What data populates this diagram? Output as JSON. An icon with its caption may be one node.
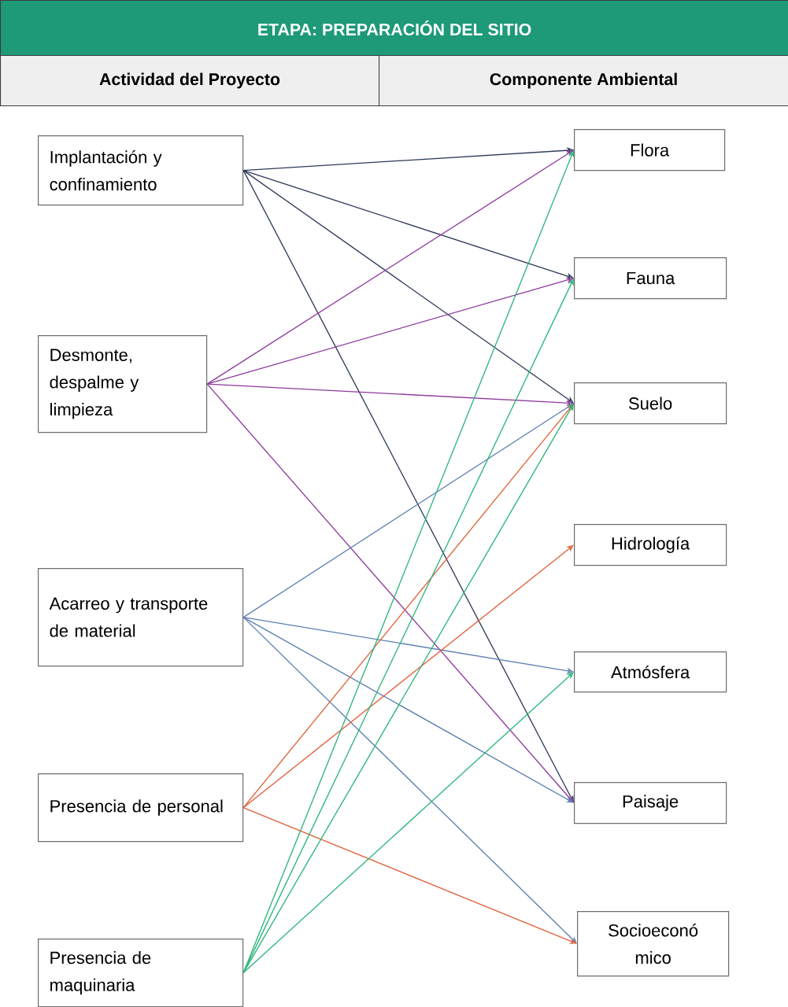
{
  "diagram": {
    "title": "ETAPA: PREPARACIÓN DEL SITIO",
    "nodes": [
      {
        "text": [
          "Implantación y confinamiento"
        ]
      },
      {
        "text": [
          "Desmonte, despalme y limpieza"
        ]
      },
      {
        "text": [
          "Acarreo y transporte de material"
        ]
      },
      {
        "text": [
          "Presencia de personal"
        ]
      },
      {
        "text": [
          "Presencia de maquinaria"
        ]
      },
      {
        "text": [
          "Flora"
        ]
      },
      {
        "text": [
          "Fauna"
        ]
      },
      {
        "text": [
          "Suelo"
        ]
      },
      {
        "text": [
          "Hidrología"
        ]
      },
      {
        "text": [
          "Atmósfera"
        ]
      },
      {
        "text": [
          "Paisaje"
        ]
      },
      {
        "text": [
          "Socioeconó mico"
        ]
      }
    ],
    "edges": [
      {
        "from": 0,
        "to": 5,
        "arrow": "to",
        "color": "#2e3a59"
      },
      {
        "from": 0,
        "to": 6,
        "arrow": "to",
        "color": "#2e3a59"
      },
      {
        "from": 0,
        "to": 7,
        "arrow": "to",
        "color": "#2e3a59"
      },
      {
        "from": 0,
        "to": 10,
        "arrow": "to",
        "color": "#2e3a59"
      },
      {
        "from": 1,
        "to": 5,
        "arrow": "to",
        "color": "#8e3a9e"
      },
      {
        "from": 1,
        "to": 6,
        "arrow": "to",
        "color": "#8e3a9e"
      },
      {
        "from": 1,
        "to": 7,
        "arrow": "to",
        "color": "#8e3a9e"
      },
      {
        "from": 1,
        "to": 10,
        "arrow": "to",
        "color": "#8e3a9e"
      },
      {
        "from": 2,
        "to": 7,
        "arrow": "to",
        "color": "#5b7fb0"
      },
      {
        "from": 2,
        "to": 9,
        "arrow": "to",
        "color": "#5b7fb0"
      },
      {
        "from": 2,
        "to": 10,
        "arrow": "to",
        "color": "#5b7fb0"
      },
      {
        "from": 2,
        "to": 11,
        "arrow": "to",
        "color": "#5b7fb0"
      },
      {
        "from": 3,
        "to": 7,
        "arrow": "to",
        "color": "#e0603a"
      },
      {
        "from": 3,
        "to": 8,
        "arrow": "to",
        "color": "#e0603a"
      },
      {
        "from": 3,
        "to": 11,
        "arrow": "to",
        "color": "#e0603a"
      },
      {
        "from": 4,
        "to": 5,
        "arrow": "to",
        "color": "#2bb57a"
      },
      {
        "from": 4,
        "to": 6,
        "arrow": "to",
        "color": "#2bb57a"
      },
      {
        "from": 4,
        "to": 7,
        "arrow": "to",
        "color": "#2bb57a"
      },
      {
        "from": 4,
        "to": 9,
        "arrow": "to",
        "color": "#2bb57a"
      }
    ],
    "labels": [
      "Actividad del Proyecto",
      "Componente Ambiental"
    ]
  }
}
